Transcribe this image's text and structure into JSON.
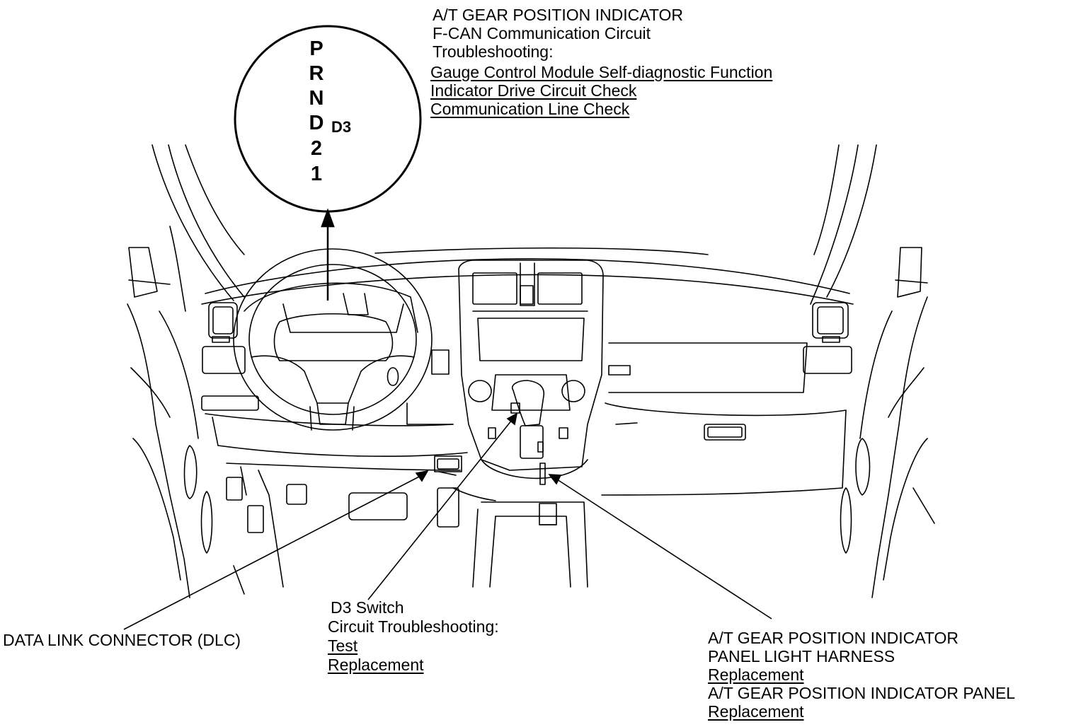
{
  "indicator": {
    "positions": [
      "P",
      "R",
      "N",
      "D",
      "2",
      "1"
    ],
    "d3_label": "D3"
  },
  "callouts": {
    "gear_indicator": {
      "title": "A/T GEAR POSITION INDICATOR",
      "subtitle": "F-CAN Communication Circuit",
      "heading": "Troubleshooting:",
      "links": [
        "Gauge Control Module Self-diagnostic Function",
        "Indicator Drive Circuit Check",
        "Communication Line Check"
      ]
    },
    "dlc": {
      "title": "DATA LINK CONNECTOR (DLC)"
    },
    "d3_switch": {
      "title": "D3 Switch",
      "heading": "Circuit Troubleshooting:",
      "links": [
        "Test",
        "Replacement"
      ]
    },
    "panel_light": {
      "title_line1": "A/T GEAR POSITION INDICATOR",
      "title_line2": "PANEL LIGHT HARNESS",
      "link1": "Replacement",
      "title2": "A/T GEAR POSITION INDICATOR PANEL",
      "link2": "Replacement"
    }
  }
}
